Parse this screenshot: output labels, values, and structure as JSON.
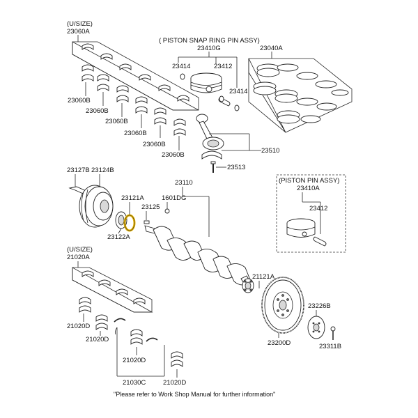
{
  "labels": {
    "usize_top": "(U/SIZE)",
    "p23060A": "23060A",
    "p23060B_1": "23060B",
    "p23060B_2": "23060B",
    "p23060B_3": "23060B",
    "p23060B_4": "23060B",
    "p23060B_5": "23060B",
    "p23060B_6": "23060B",
    "piston_snap_title": "( PISTON  SNAP RING  PIN ASSY)",
    "p23410G": "23410G",
    "p23414_1": "23414",
    "p23412_1": "23412",
    "p23414_2": "23414",
    "p23040A": "23040A",
    "p23510": "23510",
    "p23513": "23513",
    "p23127B": "23127B",
    "p23124B": "23124B",
    "p23110": "23110",
    "p23121A": "23121A",
    "p1601DG": "1601DG",
    "p23125": "23125",
    "p23122A": "23122A",
    "piston_pin_title": "(PISTON  PIN ASSY)",
    "p23410A": "23410A",
    "p23412_2": "23412",
    "usize_bottom": "(U/SIZE)",
    "p21020A": "21020A",
    "p21121A": "21121A",
    "p21020D_1": "21020D",
    "p21020D_2": "21020D",
    "p21020D_3": "21020D",
    "p21020D_4": "21020D",
    "p23226B": "23226B",
    "p23200D": "23200D",
    "p23311B": "23311B",
    "p21030C": "21030C"
  },
  "footer_note": "\"Please refer to Work Shop Manual for further information\"",
  "colors": {
    "highlight": "#e8b400",
    "line": "#222222"
  }
}
